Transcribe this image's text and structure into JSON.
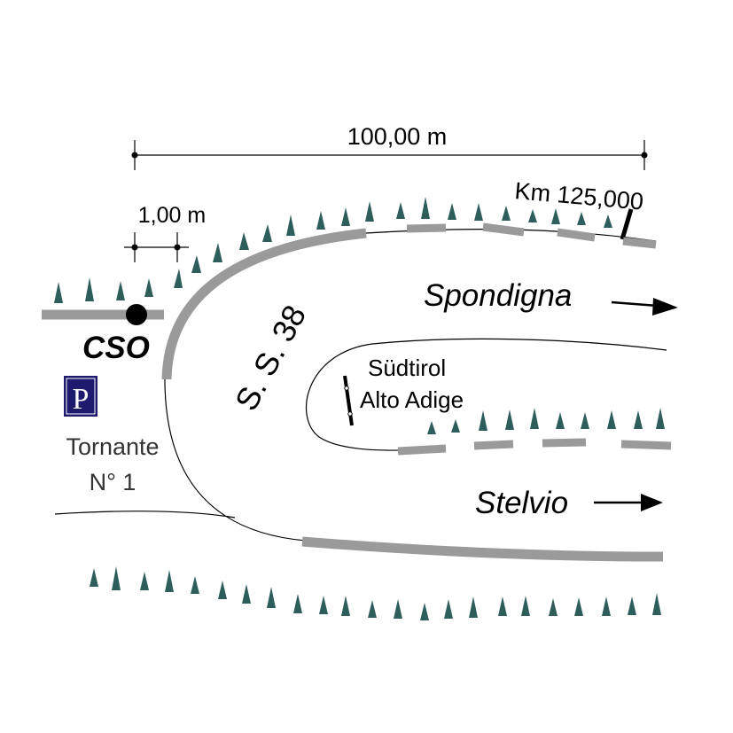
{
  "labels": {
    "distance_long": "100,00 m",
    "distance_short": "1,00 m",
    "km_marker": "Km 125,000",
    "road_name": "S. S. 38",
    "direction_north": "Spondigna",
    "direction_south": "Stelvio",
    "region_line1": "Südtirol",
    "region_line2": "Alto Adige",
    "checkpoint": "CSO",
    "parking": "P",
    "hairpin_line1": "Tornante",
    "hairpin_line2": "N° 1"
  },
  "colors": {
    "tree": "#2d5e5c",
    "guardrail": "#9a9a9a",
    "parking_bg": "#1e1a6e",
    "parking_fg": "#ffffff",
    "ink": "#000000"
  },
  "icons": {
    "tree": "tree-icon",
    "parking": "parking-sign-icon",
    "arrow": "arrow-right-icon",
    "marker": "checkpoint-dot-icon"
  }
}
